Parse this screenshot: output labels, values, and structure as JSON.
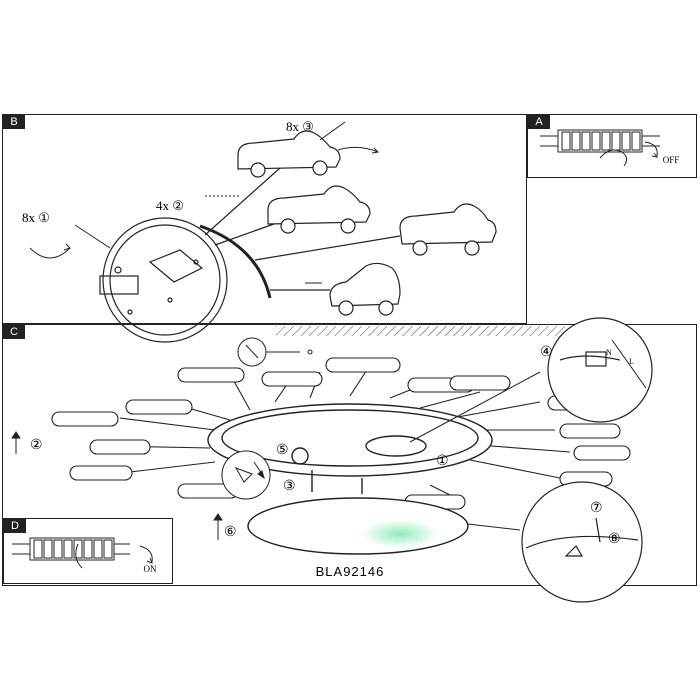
{
  "panels": {
    "a": {
      "tag": "A",
      "switch_label": "OFF"
    },
    "b": {
      "tag": "B",
      "step_1": "8x ①",
      "step_2": "4x ②",
      "step_3": "8x ③"
    },
    "c": {
      "tag": "C",
      "steps": [
        "②",
        "③",
        "④",
        "⑤",
        "①",
        "⑥"
      ]
    },
    "d": {
      "tag": "D",
      "switch_label": "ON"
    },
    "detail": {
      "steps": [
        "⑦",
        "⑧"
      ],
      "wire_labels": [
        "N",
        "L"
      ]
    }
  },
  "product_code": "BLA92146",
  "colors": {
    "line": "#222222",
    "frame": "#222222",
    "glow": "#39d98a"
  }
}
